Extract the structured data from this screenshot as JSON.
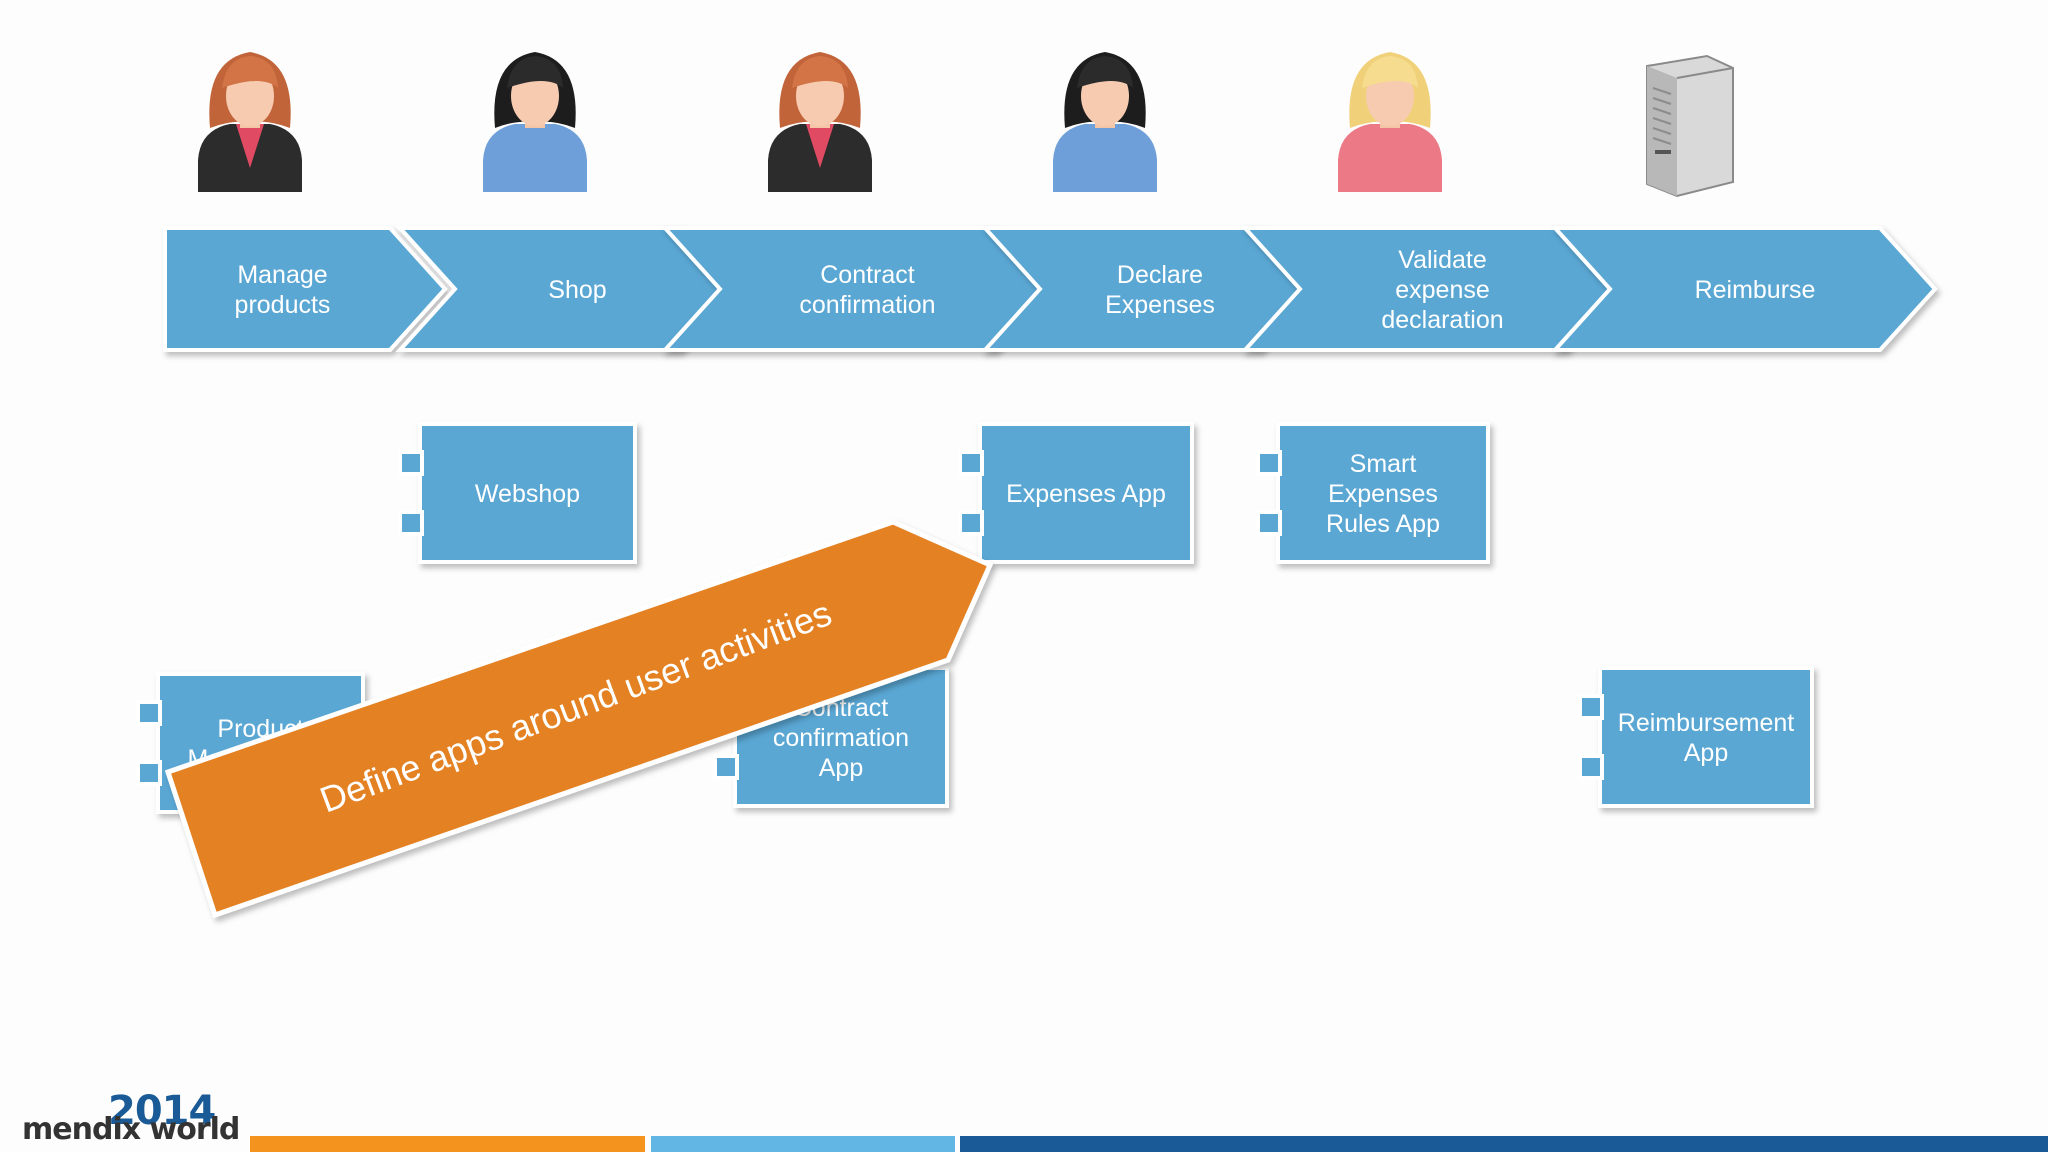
{
  "process_steps": [
    {
      "label": [
        "Manage",
        "products"
      ]
    },
    {
      "label": [
        "Shop"
      ]
    },
    {
      "label": [
        "Contract",
        "confirmation"
      ]
    },
    {
      "label": [
        "Declare",
        "Expenses"
      ]
    },
    {
      "label": [
        "Validate",
        "expense",
        "declaration"
      ]
    },
    {
      "label": [
        "Reimburse"
      ]
    }
  ],
  "actors": [
    {
      "icon": "businesswoman-icon"
    },
    {
      "icon": "woman-dark-hair-icon"
    },
    {
      "icon": "businesswoman-icon"
    },
    {
      "icon": "woman-dark-hair-icon"
    },
    {
      "icon": "woman-blonde-icon"
    },
    {
      "icon": "server-icon"
    }
  ],
  "apps": [
    {
      "label": [
        "Webshop"
      ]
    },
    {
      "label": [
        "Expenses App"
      ]
    },
    {
      "label": [
        "Smart",
        "Expenses",
        "Rules App"
      ]
    },
    {
      "label": [
        "Product",
        "Management"
      ]
    },
    {
      "label": [
        "Contract",
        "confirmation",
        "App"
      ]
    },
    {
      "label": [
        "Reimbursement",
        "App"
      ]
    }
  ],
  "callout": {
    "text": "Define apps around user activities"
  },
  "logo": {
    "year": "2014",
    "brand": "mendix world"
  },
  "colors": {
    "chevron_blue": "#5aa7d4",
    "app_blue": "#5aa7d4",
    "callout_orange": "#e48124",
    "bar_orange": "#f5931f",
    "bar_light_blue": "#62b6e4",
    "bar_dark_blue": "#1a5a96"
  }
}
